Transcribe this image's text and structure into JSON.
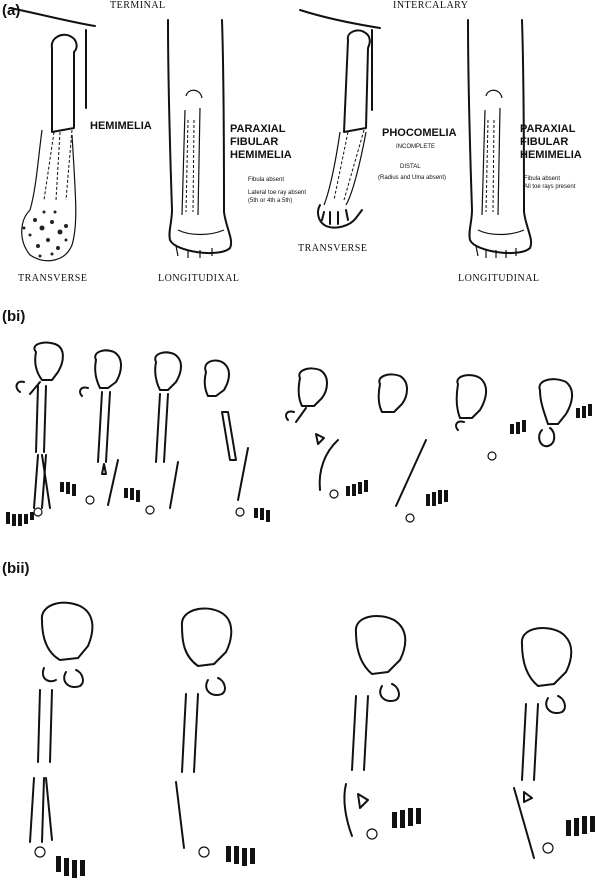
{
  "panel_a": {
    "label": "(a)",
    "terminal": "TERMINAL",
    "intercalary": "INTERCALARY",
    "transverse_1": "TRANSVERSE",
    "longitudinal_1": "LONGITUDIXAL",
    "transverse_2": "TRANSVERSE",
    "longitudinal_2": "LONGITUDINAL",
    "hemimelia": "HEMIMELIA",
    "paraxial_1": [
      "PARAXIAL",
      "FIBULAR",
      "HEMIMELIA"
    ],
    "note_1": [
      "Fibula absent",
      "Lateral toe ray absent",
      "(5th or 4th a 5th)"
    ],
    "phocomelia": "PHOCOMELIA",
    "incomplete": "INCOMPLETE",
    "distal": "DISTAL",
    "distal_note": "(Radius and Ulna absent)",
    "paraxial_2": [
      "PARAXIAL",
      "FIBULAR",
      "HEMIMELIA"
    ],
    "note_2": [
      "Fibula absent",
      "All toe rays present"
    ]
  },
  "panel_bi": {
    "label": "(bi)"
  },
  "panel_bii": {
    "label": "(bii)"
  }
}
